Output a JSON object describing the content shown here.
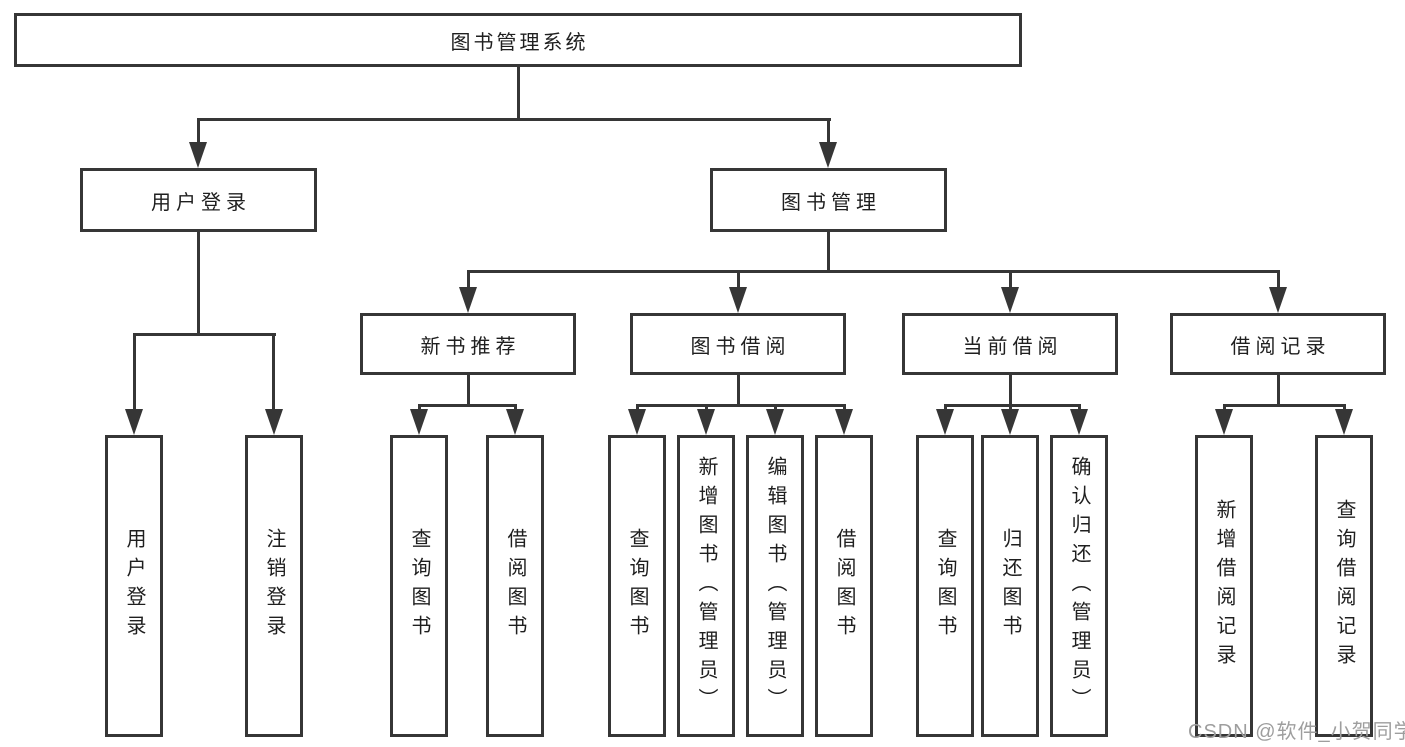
{
  "colors": {
    "line": "#363636",
    "text": "#1f1f1f",
    "watermark": "#9e9e9e",
    "background": "#ffffff"
  },
  "diagram": {
    "root": "图书管理系统",
    "level2": {
      "user_login": "用户登录",
      "book_management": "图书管理"
    },
    "level3": {
      "new_book_rec": "新书推荐",
      "book_borrow": "图书借阅",
      "current_borrow": "当前借阅",
      "borrow_records": "借阅记录"
    },
    "leaves": {
      "user_login": [
        "用户登录",
        "注销登录"
      ],
      "new_book_rec": [
        "查询图书",
        "借阅图书"
      ],
      "book_borrow": [
        "查询图书",
        "新增图书（管理员）",
        "编辑图书（管理员）",
        "借阅图书"
      ],
      "current_borrow": [
        "查询图书",
        "归还图书",
        "确认归还（管理员）"
      ],
      "borrow_records": [
        "新增借阅记录",
        "查询借阅记录"
      ]
    }
  },
  "watermark": "CSDN @软件_小贺同学"
}
